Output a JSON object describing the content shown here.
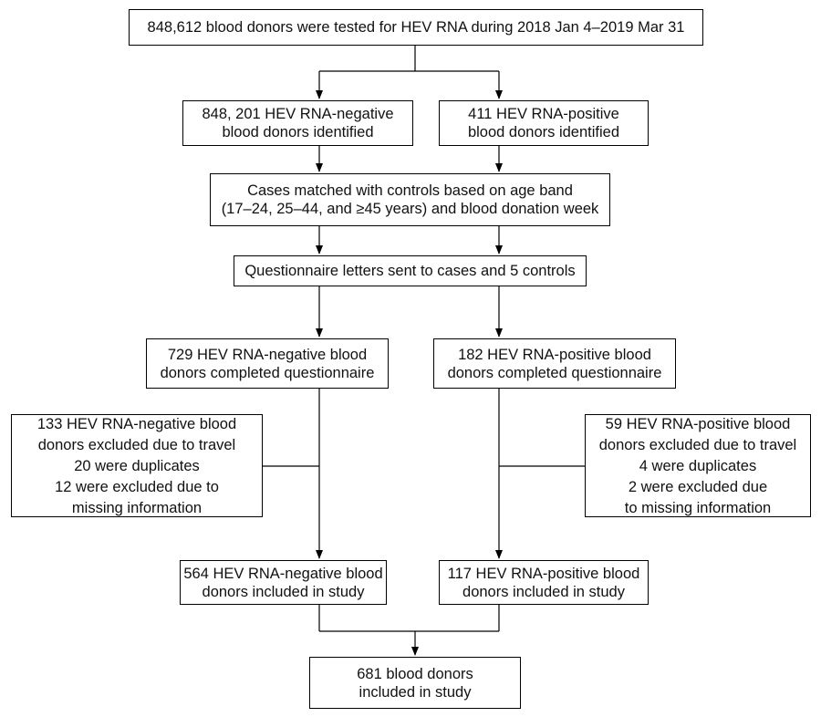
{
  "flowchart": {
    "top": {
      "lines": [
        "848,612 blood donors were tested for HEV RNA during 2018 Jan 4–2019 Mar 31"
      ]
    },
    "negative_identified": {
      "lines": [
        "848, 201 HEV RNA-negative",
        "blood donors identified"
      ]
    },
    "positive_identified": {
      "lines": [
        "411 HEV RNA-positive",
        "blood donors identified"
      ]
    },
    "matching": {
      "lines": [
        "Cases matched with controls based on age band",
        "(17–24, 25–44, and ≥45 years) and blood donation week"
      ]
    },
    "letters": {
      "lines": [
        "Questionnaire letters sent to cases and 5 controls"
      ]
    },
    "negative_completed": {
      "lines": [
        "729 HEV RNA-negative blood",
        "donors completed questionnaire"
      ]
    },
    "positive_completed": {
      "lines": [
        "182 HEV RNA-positive blood",
        "donors completed questionnaire"
      ]
    },
    "negative_excluded": {
      "lines": [
        "133 HEV RNA-negative blood",
        "donors excluded due to travel",
        "20 were duplicates",
        "12 were excluded due to",
        "missing information"
      ]
    },
    "positive_excluded": {
      "lines": [
        "59 HEV RNA-positive blood",
        "donors excluded due to travel",
        "4 were duplicates",
        "2 were excluded due",
        "to missing information"
      ]
    },
    "negative_included": {
      "lines": [
        "564 HEV RNA-negative blood",
        "donors included in study"
      ]
    },
    "positive_included": {
      "lines": [
        "117 HEV RNA-positive blood",
        "donors included in study"
      ]
    },
    "final": {
      "lines": [
        "681 blood donors",
        "included in study"
      ]
    }
  }
}
